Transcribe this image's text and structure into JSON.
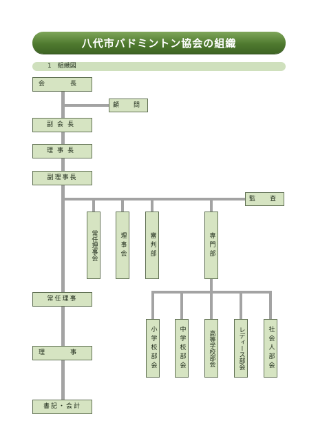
{
  "title": "八代市バドミントン協会の組織",
  "section": "1　組織図",
  "nodes": {
    "chairman": "会　長",
    "advisor": "顧　問",
    "vice_chairman": "副会長",
    "director_general": "理事長",
    "vice_director_general": "副理事長",
    "auditor": "監　査",
    "standing_board": "常任理事会",
    "board": "理事会",
    "referee_dept": "審判部",
    "special_dept": "専門部",
    "standing_directors": "常任理事",
    "directors": "理　事",
    "secretary_accountant": "書記・会計",
    "elementary_dept": "小学校部会",
    "junior_high_dept": "中学校部会",
    "high_school_dept": "高等学校部会",
    "ladies_dept": "レディース部会",
    "adult_dept": "社会人部会"
  }
}
